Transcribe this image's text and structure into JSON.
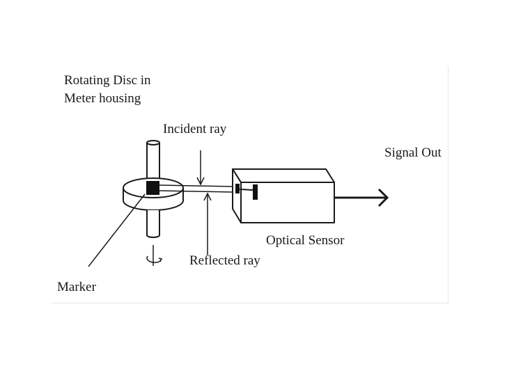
{
  "labels": {
    "disc_line1": "Rotating Disc in",
    "disc_line2": "Meter housing",
    "incident": "Incident ray",
    "reflected": "Reflected ray",
    "marker": "Marker",
    "sensor": "Optical Sensor",
    "signal": "Signal Out"
  },
  "colors": {
    "ink": "#1a1a1a",
    "panel_border": "#e6e6e6"
  },
  "icons": [
    "rotation-arrow-icon",
    "signal-arrow-icon"
  ]
}
